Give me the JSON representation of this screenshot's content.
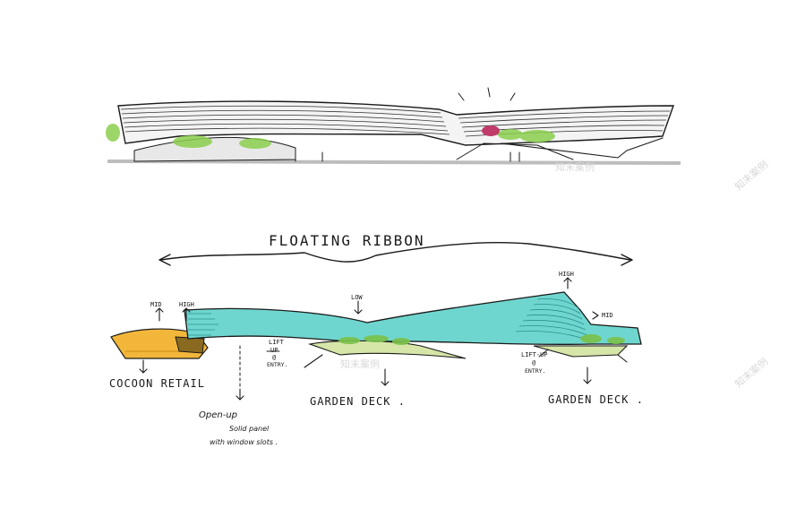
{
  "title": "FLOATING RIBBON",
  "height_markers": {
    "mid_left": "MID",
    "high_left": "HIGH",
    "low_center": "LOW",
    "high_right": "HIGH",
    "mid_right": "MID"
  },
  "labels": {
    "cocoon_retail": "COCOON RETAIL",
    "garden_deck_center": "GARDEN DECK .",
    "garden_deck_right": "GARDEN DECK .",
    "lift_up_left_1": "LIFT",
    "lift_up_left_2": "UP",
    "lift_up_left_3": "@",
    "lift_up_left_4": "ENTRY.",
    "lift_up_right_1": "LIFT-UP",
    "lift_up_right_2": "@",
    "lift_up_right_3": "ENTRY.",
    "openup_1": "Open-up",
    "openup_2": "Solid panel",
    "openup_3": "with window slots ."
  },
  "watermark": "知末案例",
  "colors": {
    "ribbon": "#6fd6cf",
    "ribbon_edge": "#3aa9a8",
    "cocoon": "#f2b73a",
    "greenery": "#7bc24a",
    "flower": "#c03a6a",
    "ink": "#1a1a1a"
  }
}
